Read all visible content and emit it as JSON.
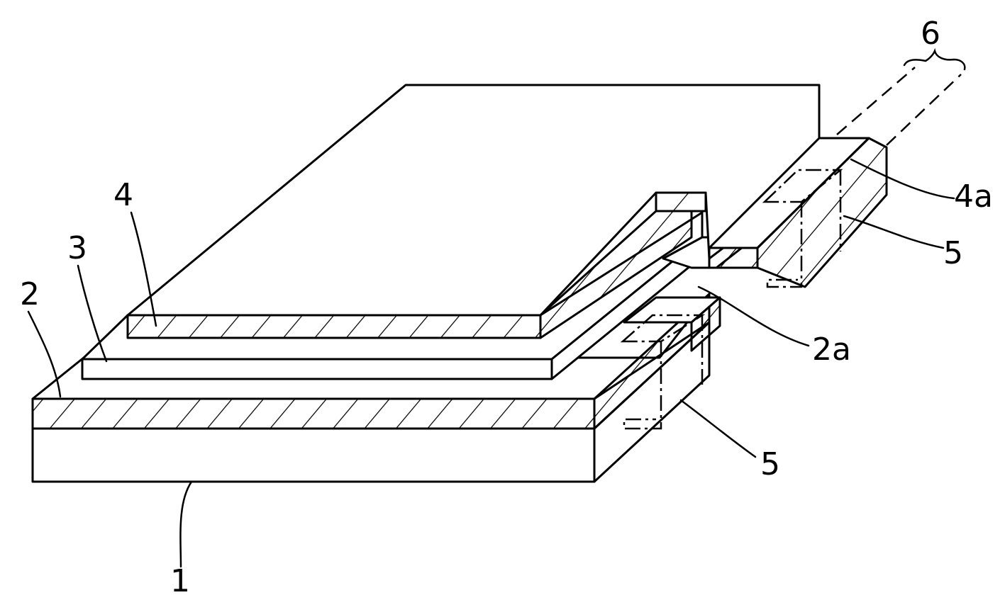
{
  "labels": {
    "substrate": "1",
    "lower_electrode": "2",
    "lower_electrode_terminal": "2a",
    "dielectric": "3",
    "upper_electrode": "4",
    "upper_electrode_terminal": "4a",
    "via_lower": "5",
    "via_upper": "5",
    "terminal_group": "6"
  }
}
